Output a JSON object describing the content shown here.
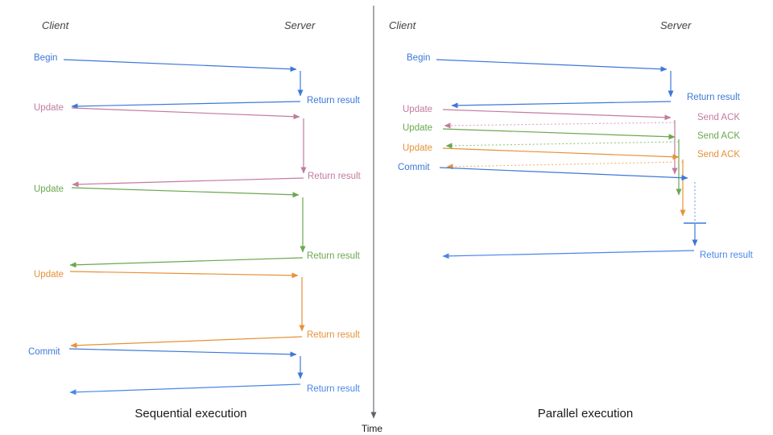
{
  "colors": {
    "blue": "#3d78d8",
    "blue_light": "#4a86e8",
    "blue_pale": "#6d9eeb",
    "magenta": "#c27ba0",
    "magenta_pale": "#d5a6bd",
    "green": "#6aa84f",
    "green_pale": "#93c47d",
    "orange": "#e69138",
    "orange_pale": "#f6b26b",
    "axis": "#5f6368",
    "header": "#434343",
    "title": "#1a1a1a"
  },
  "time_axis": {
    "label": "Time"
  },
  "sequential": {
    "client_header": "Client",
    "server_header": "Server",
    "title": "Sequential execution",
    "steps": [
      {
        "request": "Begin",
        "response": "Return result"
      },
      {
        "request": "Update",
        "response": "Return result"
      },
      {
        "request": "Update",
        "response": "Return result"
      },
      {
        "request": "Update",
        "response": "Return result"
      },
      {
        "request": "Commit",
        "response": "Return result"
      }
    ]
  },
  "parallel": {
    "client_header": "Client",
    "server_header": "Server",
    "title": "Parallel execution",
    "steps": [
      {
        "request": "Begin",
        "response": "Return result"
      },
      {
        "request": "Update",
        "response": "Send ACK"
      },
      {
        "request": "Update",
        "response": "Send ACK"
      },
      {
        "request": "Update",
        "response": "Send ACK"
      },
      {
        "request": "Commit",
        "response": "Return result"
      }
    ]
  }
}
